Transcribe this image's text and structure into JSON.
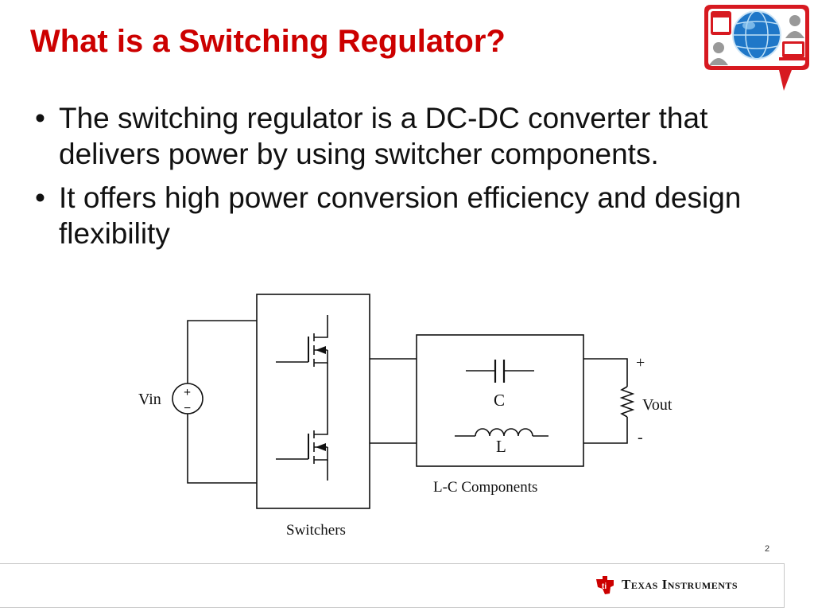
{
  "slide": {
    "title": "What is a Switching Regulator?",
    "page_number": "2",
    "bullets": [
      "The switching regulator is a DC-DC converter that delivers power by using switcher components.",
      "It offers high power conversion efficiency and design flexibility"
    ]
  },
  "diagram": {
    "vin_label": "Vin",
    "source_plus": "+",
    "source_minus": "−",
    "switchers_label": "Switchers",
    "capacitor_label": "C",
    "inductor_label": "L",
    "lc_label": "L-C Components",
    "vout_label": "Vout",
    "out_plus": "+",
    "out_minus": "-"
  },
  "footer": {
    "company": "Texas Instruments"
  },
  "colors": {
    "title": "#cc0000",
    "ti_red": "#cc0000",
    "badge_red": "#d71920"
  }
}
